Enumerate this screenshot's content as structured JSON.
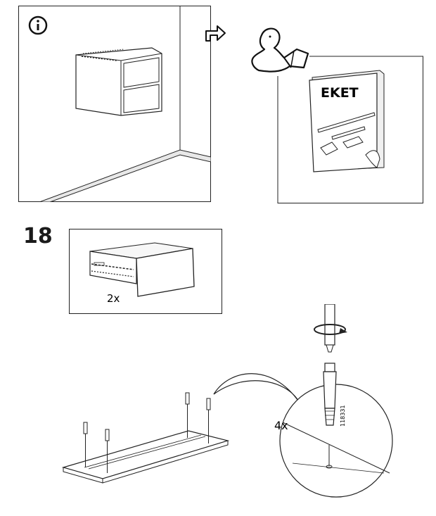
{
  "info": {
    "icon": "info-icon"
  },
  "manual": {
    "title": "EKET"
  },
  "step": {
    "number": "18"
  },
  "drawer": {
    "quantity": "2x"
  },
  "assembly": {
    "dowel_quantity": "4x",
    "part_number": "118331"
  }
}
